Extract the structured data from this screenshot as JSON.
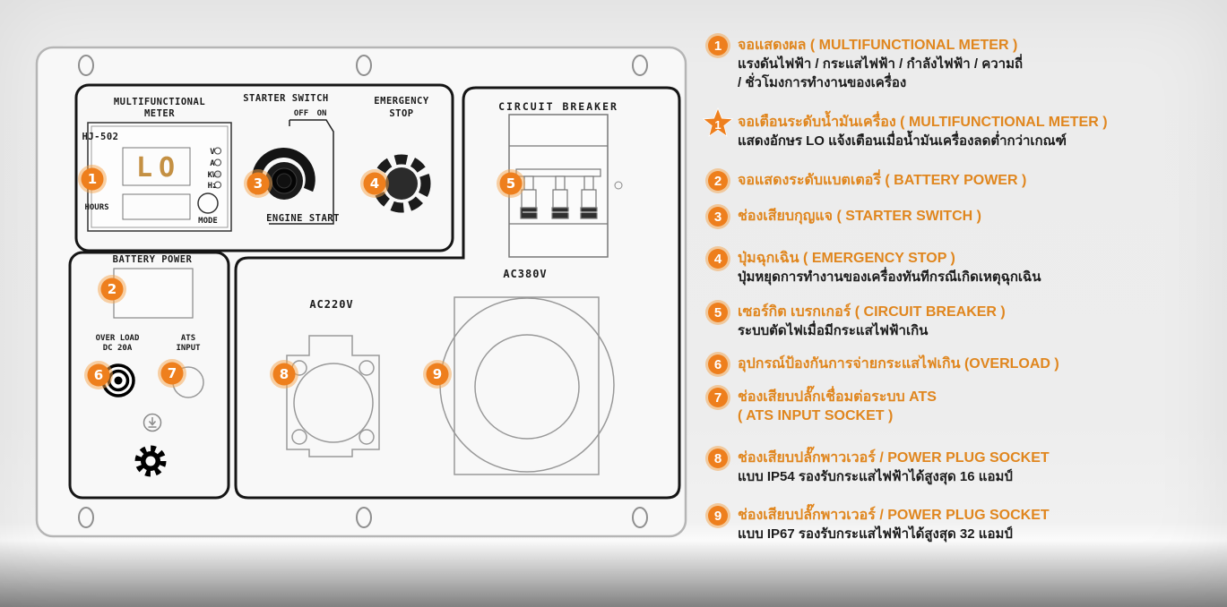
{
  "colors": {
    "accent_orange": "#ee7f1d",
    "title_orange": "#e0861e",
    "lcd_text": "#c49043"
  },
  "panel": {
    "badges": [
      "1",
      "2",
      "3",
      "4",
      "5",
      "6",
      "7",
      "8",
      "9"
    ],
    "meter": {
      "title1": "MULTIFUNCTIONAL",
      "title2": "METER",
      "model": "HJ-502",
      "lcd": "LO",
      "led1": "V",
      "led2": "A",
      "led3": "KW",
      "led4": "Hz",
      "hours": "HOURS",
      "mode": "MODE"
    },
    "starter": {
      "title": "STARTER SWITCH",
      "off": "OFF",
      "on": "ON",
      "engine": "ENGINE START"
    },
    "emergency": {
      "line1": "EMERGENCY",
      "line2": "STOP"
    },
    "breaker": {
      "title": "CIRCUIT BREAKER"
    },
    "battery": {
      "title": "BATTERY POWER",
      "ov1": "OVER LOAD",
      "ov2": "DC 20A",
      "ats1": "ATS",
      "ats2": "INPUT"
    },
    "ac220": "AC220V",
    "ac380": "AC380V"
  },
  "legend": {
    "items": [
      {
        "badge": "1",
        "title": "จอแสดงผล ( MULTIFUNCTIONAL METER )",
        "sub1": "แรงดันไฟฟ้า / กระแสไฟฟ้า / กำลังไฟฟ้า / ความถี่",
        "sub2": "/ ชั่วโมงการทำงานของเครื่อง"
      },
      {
        "badge": "1",
        "title": "จอเตือนระดับน้ำมันเครื่อง ( MULTIFUNCTIONAL METER )",
        "sub1": "แสดงอักษร LO แจ้งเตือนเมื่อน้ำมันเครื่องลดต่ำกว่าเกณฑ์"
      },
      {
        "badge": "2",
        "title": "จอแสดงระดับแบตเตอรี่ ( BATTERY POWER )"
      },
      {
        "badge": "3",
        "title": "ช่องเสียบกุญแจ ( STARTER SWITCH )"
      },
      {
        "badge": "4",
        "title": "ปุ่มฉุกเฉิน ( EMERGENCY STOP )",
        "sub1": "ปุ่มหยุดการทำงานของเครื่องทันทีกรณีเกิดเหตุฉุกเฉิน"
      },
      {
        "badge": "5",
        "title": "เซอร์กิต เบรกเกอร์ ( CIRCUIT BREAKER )",
        "sub1": "ระบบตัดไฟเมื่อมีกระแสไฟฟ้าเกิน"
      },
      {
        "badge": "6",
        "title": "อุปกรณ์ป้องกันการจ่ายกระแสไฟเกิน (OVERLOAD )"
      },
      {
        "badge": "7",
        "title": "ช่องเสียบปลั๊กเชื่อมต่อระบบ ATS",
        "title2": "( ATS INPUT SOCKET )"
      },
      {
        "badge": "8",
        "title": "ช่องเสียบปลั๊กพาวเวอร์ / POWER PLUG SOCKET",
        "sub1": "แบบ IP54 รองรับกระแสไฟฟ้าได้สูงสุด 16 แอมป์"
      },
      {
        "badge": "9",
        "title": "ช่องเสียบปลั๊กพาวเวอร์ / POWER PLUG SOCKET",
        "sub1": "แบบ IP67 รองรับกระแสไฟฟ้าได้สูงสุด 32 แอมป์"
      }
    ]
  }
}
